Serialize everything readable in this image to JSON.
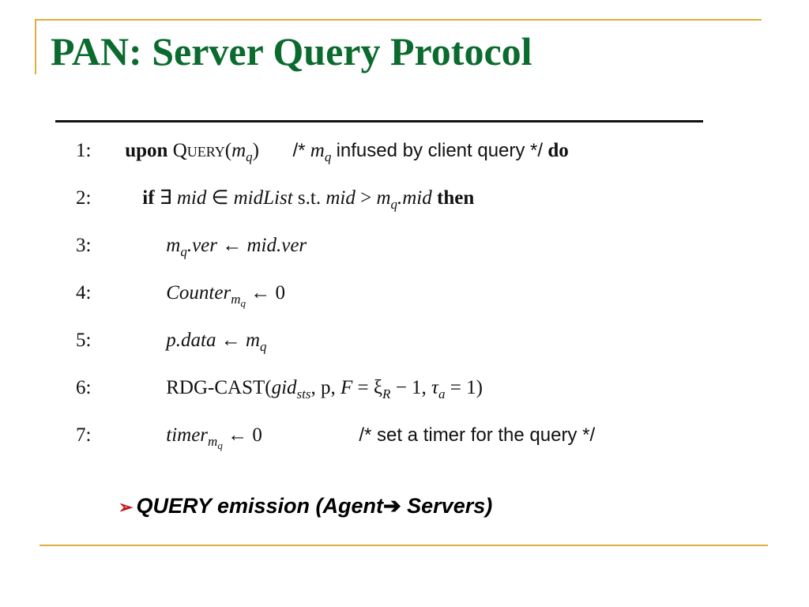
{
  "slide": {
    "title": "PAN: Server Query Protocol"
  },
  "algorithm": {
    "lines": [
      {
        "num": "1:"
      },
      {
        "num": "2:"
      },
      {
        "num": "3:"
      },
      {
        "num": "4:"
      },
      {
        "num": "5:"
      },
      {
        "num": "6:"
      },
      {
        "num": "7:"
      }
    ],
    "l1": {
      "kw_upon": "upon",
      "query": "Query",
      "arg": "m",
      "arg_sub": "q",
      "close": ")",
      "c_open": "/*",
      "c_m": "m",
      "c_sub": "q",
      "c_text": "infused by client query */",
      "kw_do": "do"
    },
    "l2": {
      "kw_if": "if",
      "exists": "∃",
      "mid": "mid",
      "in": "∈",
      "midlist": "midList",
      "st": "s.t.",
      "mid2": "mid",
      "gt": ">",
      "m": "m",
      "m_sub": "q",
      "dotmid": ".mid",
      "kw_then": "then"
    },
    "l3": {
      "m": "m",
      "m_sub": "q",
      "dotver": ".ver",
      "arrow": "←",
      "midver": "mid.ver"
    },
    "l4": {
      "counter": "Counter",
      "sub_m": "m",
      "sub_q": "q",
      "arrow": "←",
      "zero": "0"
    },
    "l5": {
      "pdata": "p.data",
      "arrow": "←",
      "m": "m",
      "m_sub": "q"
    },
    "l6": {
      "fn": "RDG-CAST(",
      "gid": "gid",
      "gid_sub": "sts",
      "p": ", p,",
      "F": "F",
      "eq1": "= ξ",
      "xi_sub": "R",
      "rest1": "− 1,",
      "tau": "τ",
      "tau_sub": "a",
      "rest2": "= 1)"
    },
    "l7": {
      "timer": "timer",
      "sub_m": "m",
      "sub_q": "q",
      "arrow": "←",
      "zero": "0",
      "comment": "/* set a timer for the query */"
    }
  },
  "bullet": {
    "icon": "arrowhead-bullet-icon",
    "text_a": "QUERY emission (Agent",
    "arrow": "➔",
    "text_b": " Servers)"
  },
  "colors": {
    "title": "#0b6b2e",
    "frame": "#dfae3e",
    "bullet_marker": "#c0161c"
  }
}
